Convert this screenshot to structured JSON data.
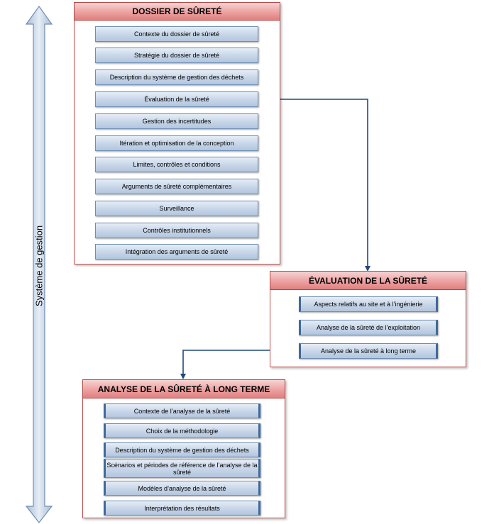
{
  "side_label": "Système de gestion",
  "dossier": {
    "title": "DOSSIER DE SÛRETÉ",
    "items": [
      "Contexte du dossier de sûreté",
      "Stratégie du dossier de sûreté",
      "Description du système de gestion des déchets",
      "Évaluation de la sûreté",
      "Gestion des incertitudes",
      "Itération et optimisation de la conception",
      "Limites, contrôles et conditions",
      "Arguments de sûreté complémentaires",
      "Surveillance",
      "Contrôles institutionnels",
      "Intégration des arguments de sûreté"
    ]
  },
  "evaluation": {
    "title": "ÉVALUATION DE LA SÛRETÉ",
    "items": [
      "Aspects relatifs au site et à l’ingénierie",
      "Analyse de la sûreté de l’exploitation",
      "Analyse de la sûreté à long terme"
    ]
  },
  "long_terme": {
    "title": "ANALYSE DE LA SÛRETÉ À LONG TERME",
    "items": [
      "Contexte de l’analyse de la sûreté",
      "Choix de la méthodologie",
      "Description du système de gestion des déchets",
      "Scénarios et périodes de référence de l’analyse de la sûreté",
      "Modèles d’analyse de la sûreté",
      "Interprétation des résultats"
    ]
  },
  "colors": {
    "header_red": "#e07f7f",
    "panel_border": "#c0504d",
    "item_blue": "#c6d5e8",
    "connector": "#1f497d"
  }
}
